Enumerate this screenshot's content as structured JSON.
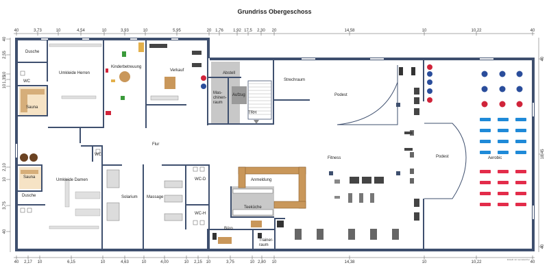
{
  "title": "Grundriss Obergeschoss",
  "dimensions": {
    "top": [
      "40",
      "3,73",
      "10",
      "4,54",
      "10",
      "3,93",
      "10",
      "5,95",
      "20",
      "1,76",
      "1,92",
      "17,5",
      "2,30",
      "20",
      "14,58",
      "10",
      "10,22",
      "40"
    ],
    "bottom": [
      "40",
      "2,17",
      "10",
      "6,15",
      "10",
      "4,63",
      "10",
      "4,00",
      "10",
      "2,15",
      "10",
      "3,75",
      "10",
      "2,80",
      "10",
      "14,38",
      "10",
      "10,22",
      "40"
    ],
    "left": [
      "40",
      "2,55",
      "10",
      "1,35",
      "10",
      "2,10",
      "10",
      "3,75",
      "40"
    ],
    "right": [
      "40",
      "18,45",
      "40"
    ]
  },
  "rooms": {
    "dusche_top": "Dusche",
    "wc_top": "WC",
    "umkleide_herren": "Umkleide Herren",
    "sauna_top": "Sauna",
    "kinderbetreuung": "Kinderbetreuung",
    "verkauf": "Verkauf",
    "abstell": "Abstell",
    "maschinenraum": "Mas-\nchinen-\nraum",
    "aufzug": "Aufzug",
    "trh": "TRH",
    "strechraum": "Strechraum",
    "podest_top": "Podest",
    "flur": "Flur",
    "wc_mid": "WC",
    "sauna_bottom": "Sauna",
    "umkleide_damen": "Umkleide Damen",
    "dusche_bottom": "Dusche",
    "solarium": "Solarium",
    "massage": "Massage",
    "wc_d": "WC-D",
    "wc_h": "WC-H",
    "anmeldung": "Anmeldung",
    "teekueche": "Teeküche",
    "buero": "Büro",
    "trainerraum": "Trainer-\nraum",
    "fitness": "Fitness",
    "podest_right": "Podest",
    "aerobic": "Aerobic"
  },
  "colors": {
    "wall": "#3e4f6e",
    "wood": "#c9975a",
    "grey_room": "#c8c8c8",
    "sauna_floor": "#f6e3c5",
    "bike_red": "#d0243a",
    "bike_blue": "#2a4d9b",
    "mat_blue": "#1f8ad8",
    "mat_red": "#e32c4a",
    "plant": "#3a9a3a"
  },
  "icons": [
    "exercise-bike-icon",
    "yoga-mat-icon",
    "treadmill-icon",
    "weight-machine-icon",
    "desk-icon",
    "chair-icon",
    "plant-icon",
    "toilet-icon",
    "sink-icon",
    "stairs-icon",
    "massage-table-icon",
    "solarium-bed-icon",
    "bench-icon",
    "shower-icon"
  ]
}
